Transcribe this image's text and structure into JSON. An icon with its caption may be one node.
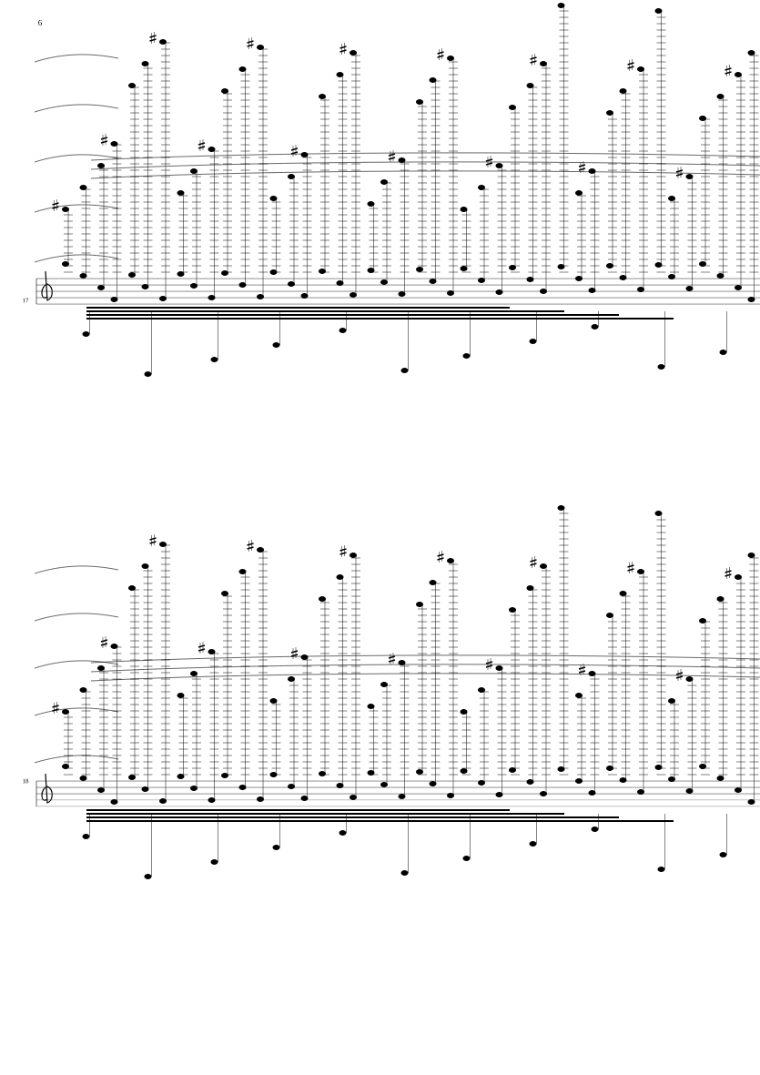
{
  "diagram": {
    "labels": [
      "6",
      "17",
      "18"
    ]
  }
}
